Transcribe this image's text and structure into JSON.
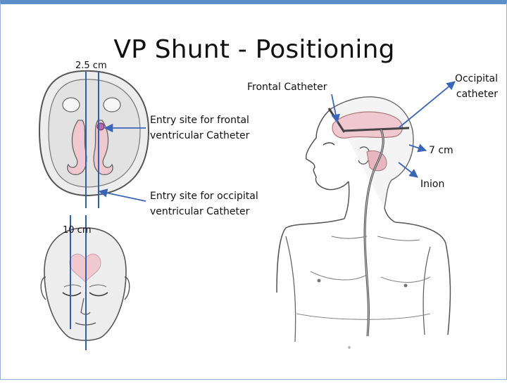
{
  "slide": {
    "title": "VP Shunt - Positioning"
  },
  "labels": {
    "width_2_5cm": "2.5 cm",
    "width_10cm": "10 cm",
    "entry_frontal_line1": "Entry site for frontal",
    "entry_frontal_line2": "ventricular  Catheter",
    "entry_occipital_line1": "Entry site for occipital",
    "entry_occipital_line2": "ventricular  Catheter",
    "frontal_catheter": "Frontal Catheter",
    "occipital_catheter_line1": "Occipital",
    "occipital_catheter_line2": "catheter",
    "distance_7cm": "7 cm",
    "inion": "Inion"
  },
  "colors": {
    "guide_line": "#2f5fb3",
    "ventricle": "#f0c8d0",
    "skin_outline": "#555555",
    "head_fill": "#e6e6e6",
    "accent_border": "#5b8ec6"
  }
}
